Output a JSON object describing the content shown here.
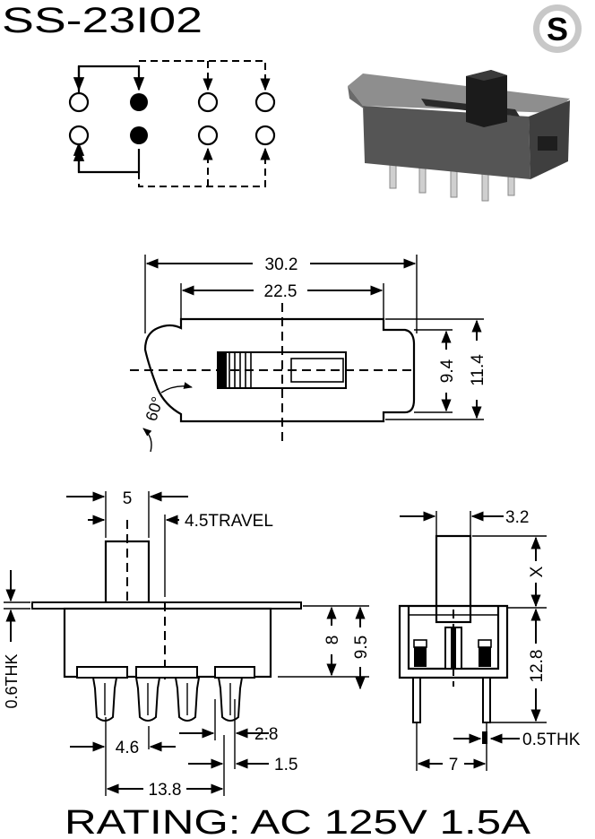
{
  "title": "SS-23I02",
  "logo_letter": "S",
  "schematic": {
    "rows": 2,
    "cols": 4,
    "filled_column": 1
  },
  "top_view": {
    "dim_overall": "30.2",
    "dim_body": "22.5",
    "dim_height_inner": "9.4",
    "dim_height_outer": "11.4",
    "angle": "60°"
  },
  "side_view": {
    "dim_actuator": "5",
    "travel": "4.5TRAVEL",
    "dim_body_height": "8",
    "dim_total_height": "9.5",
    "thickness": "0.6THK",
    "pin_pitch": "4.6",
    "pin_width": "2.8",
    "pin_gap": "1.5",
    "overall_pins": "13.8"
  },
  "end_view": {
    "dim_actuator": "3.2",
    "dim_x": "X",
    "dim_height": "12.8",
    "pin_thk": "0.5THK",
    "pin_span": "7"
  },
  "rating": "RATING: AC  125V 1.5A"
}
